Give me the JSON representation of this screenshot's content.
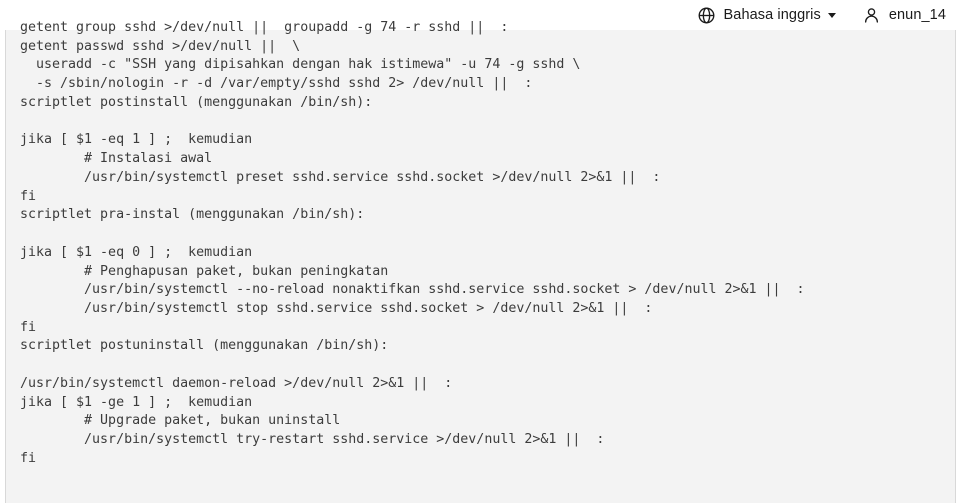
{
  "header": {
    "language_selector": {
      "icon": "globe-icon",
      "label": "Bahasa inggris",
      "caret": "chevron-down-icon"
    },
    "user_menu": {
      "icon": "user-icon",
      "label": "enun_14"
    }
  },
  "content": {
    "lines": [
      "getent group sshd >/dev/null ||  groupadd -g 74 -r sshd ||  :",
      "getent passwd sshd >/dev/null ||  \\",
      "  useradd -c \"SSH yang dipisahkan dengan hak istimewa\" -u 74 -g sshd \\",
      "  -s /sbin/nologin -r -d /var/empty/sshd sshd 2> /dev/null ||  :",
      "scriptlet postinstall (menggunakan /bin/sh):",
      "",
      "jika [ $1 -eq 1 ] ;  kemudian",
      "        # Instalasi awal",
      "        /usr/bin/systemctl preset sshd.service sshd.socket >/dev/null 2>&1 ||  :",
      "fi",
      "scriptlet pra-instal (menggunakan /bin/sh):",
      "",
      "jika [ $1 -eq 0 ] ;  kemudian",
      "        # Penghapusan paket, bukan peningkatan",
      "        /usr/bin/systemctl --no-reload nonaktifkan sshd.service sshd.socket > /dev/null 2>&1 ||  :",
      "        /usr/bin/systemctl stop sshd.service sshd.socket > /dev/null 2>&1 ||  :",
      "fi",
      "scriptlet postuninstall (menggunakan /bin/sh):",
      "",
      "/usr/bin/systemctl daemon-reload >/dev/null 2>&1 ||  :",
      "jika [ $1 -ge 1 ] ;  kemudian",
      "        # Upgrade paket, bukan uninstall",
      "        /usr/bin/systemctl try-restart sshd.service >/dev/null 2>&1 ||  :",
      "fi"
    ]
  },
  "colors": {
    "page_background": "#ffffff",
    "panel_background": "#f3f3f3",
    "panel_border": "#d8d8d8",
    "code_text": "#3c3c3c",
    "header_text": "#1b1b1b"
  }
}
